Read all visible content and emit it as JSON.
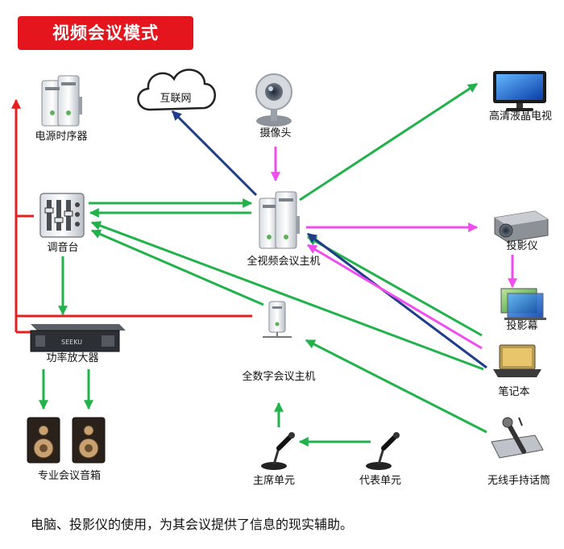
{
  "title": "视频会议模式",
  "nodes": {
    "cloud": "互联网",
    "power_sequencer": "电源时序器",
    "camera": "摄像头",
    "tv": "高清液晶电视",
    "mixer": "调音台",
    "video_host": "全视频会议主机",
    "projector": "投影仪",
    "screen": "投影幕",
    "amplifier": "功率放大器",
    "digital_host": "全数字会议主机",
    "laptop": "笔记本",
    "speakers": "专业会议音箱",
    "chair_unit": "主席单元",
    "delegate_unit": "代表单元",
    "wireless_mic": "无线手持话筒"
  },
  "amp_brand": "SEEKU",
  "caption": "电脑、投影仪的使用，为其会议提供了信息的现实辅助。",
  "colors": {
    "red": "#e51f1f",
    "green": "#22b24c",
    "navy": "#1f3d8a",
    "magenta": "#f04cf0",
    "title_bg": "#e5151d"
  }
}
